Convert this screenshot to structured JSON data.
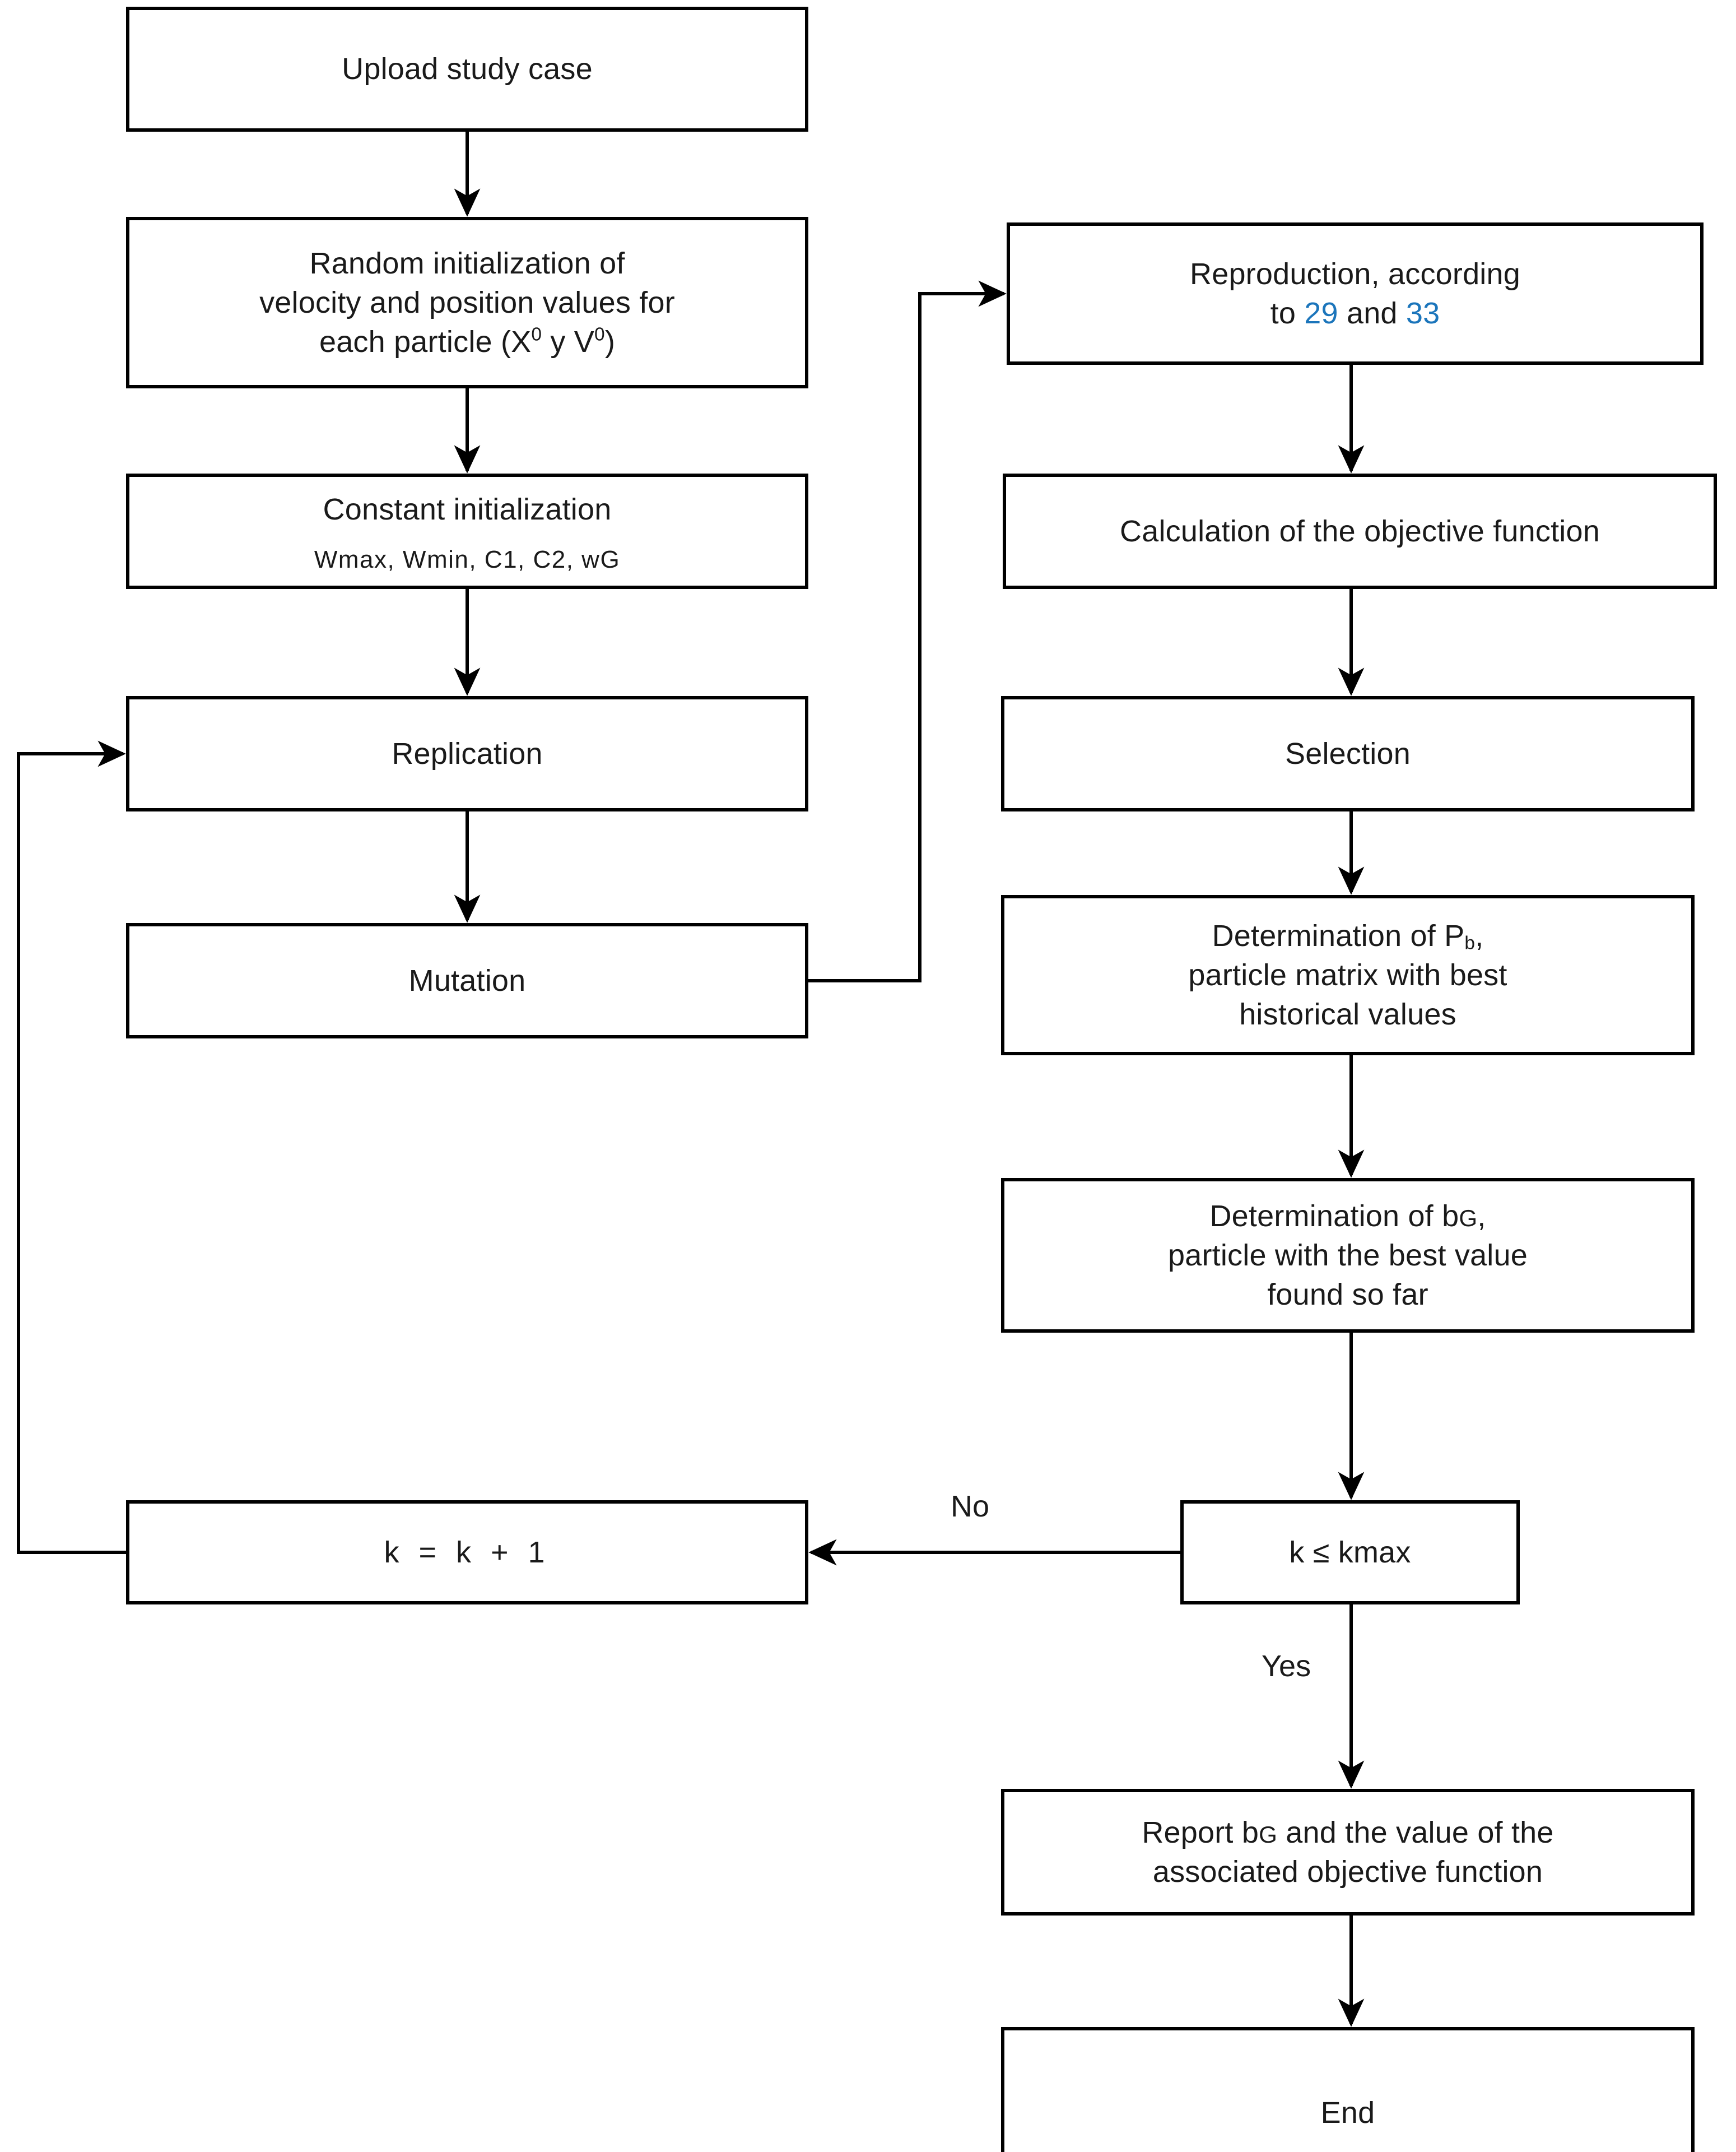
{
  "diagram": {
    "type": "flowchart",
    "title": "PSO / evolutionary algorithm flowchart",
    "accent_color": "#1b75bb",
    "line_color": "#000000",
    "text_color": "#1a1a1a",
    "background": "#ffffff"
  },
  "nodes": {
    "upload": {
      "label": "Upload study case"
    },
    "random_init": {
      "line1": "Random initialization of",
      "line2": "velocity and position values for",
      "line3_pre": "each particle (X",
      "line3_sup1": "0",
      "line3_mid": " y V",
      "line3_sup2": "0",
      "line3_post": ")"
    },
    "constant_init": {
      "line1": "Constant initialization",
      "line2": "Wmax,  Wmin,  C1,  C2,  wG"
    },
    "replication": {
      "label": "Replication"
    },
    "mutation": {
      "label": "Mutation"
    },
    "increment": {
      "label": "k  =  k + 1"
    },
    "reproduction": {
      "line1": "Reproduction, according",
      "line2_pre": "to ",
      "ref1": "29",
      "line2_mid": " and ",
      "ref2": "33"
    },
    "objective": {
      "label": "Calculation of the objective function"
    },
    "selection": {
      "label": "Selection"
    },
    "determination_pb": {
      "line1_pre": "Determination of P",
      "line1_sub": "b",
      "line1_post": ",",
      "line2": "particle matrix with best",
      "line3": "historical values"
    },
    "determination_bg": {
      "line1_pre": "Determination of b",
      "line1_sub": "G",
      "line1_post": ",",
      "line2": "particle with the best value",
      "line3": "found so far"
    },
    "decision": {
      "label": "k  ≤ kmax"
    },
    "report": {
      "line1_pre": "Report b",
      "line1_sub": "G",
      "line1_post": " and the value of the",
      "line2": "associated objective function"
    },
    "end": {
      "label": "End"
    }
  },
  "edge_labels": {
    "no": "No",
    "yes": "Yes"
  }
}
